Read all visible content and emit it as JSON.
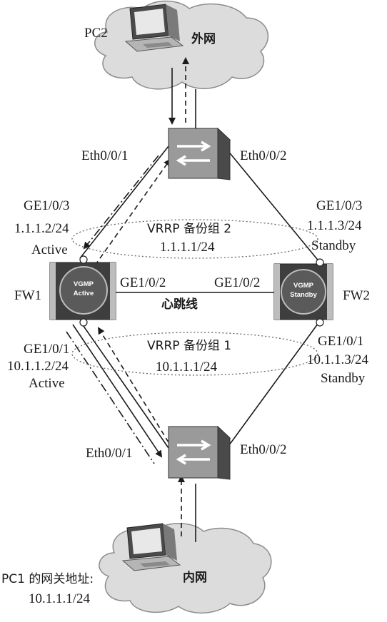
{
  "colors": {
    "line": "#1a1a1a",
    "cloud_fill": "#dcdcdc",
    "cloud_stroke": "#8c8c8c",
    "device_dark": "#3e3e3e",
    "device_light": "#bdbdbd",
    "switch_face": "#9a9a9a",
    "vgmp_circle": "#5a5a5a"
  },
  "icons": [
    "pc-icon",
    "cloud-icon",
    "switch-icon",
    "firewall-icon"
  ],
  "labels": {
    "pc2": "PC2",
    "outer_net": "外网",
    "inner_net": "内网",
    "pc1_gateway": "PC1 的网关地址:",
    "pc1_gateway_ip": "10.1.1.1/24",
    "top_switch_left_port": "Eth0/0/1",
    "top_switch_right_port": "Eth0/0/2",
    "bottom_switch_left_port": "Eth0/0/1",
    "bottom_switch_right_port": "Eth0/0/2",
    "fw1": "FW1",
    "fw2": "FW2",
    "fw1_vgmp_line1": "VGMP",
    "fw1_vgmp_line2": "Active",
    "fw2_vgmp_line1": "VGMP",
    "fw2_vgmp_line2": "Standby",
    "fw1_up_port": "GE1/0/3",
    "fw1_up_ip": "1.1.1.2/24",
    "fw1_up_state": "Active",
    "fw2_up_port": "GE1/0/3",
    "fw2_up_ip": "1.1.1.3/24",
    "fw2_up_state": "Standby",
    "fw1_down_port": "GE1/0/1",
    "fw1_down_ip": "10.1.1.2/24",
    "fw1_down_state": "Active",
    "fw2_down_port": "GE1/0/1",
    "fw2_down_ip": "10.1.1.3/24",
    "fw2_down_state": "Standby",
    "heartbeat_left_port": "GE1/0/2",
    "heartbeat_right_port": "GE1/0/2",
    "heartbeat": "心跳线",
    "vrrp2_title": "VRRP 备份组 2",
    "vrrp2_vip": "1.1.1.1/24",
    "vrrp1_title": "VRRP 备份组 1",
    "vrrp1_vip": "10.1.1.1/24"
  }
}
